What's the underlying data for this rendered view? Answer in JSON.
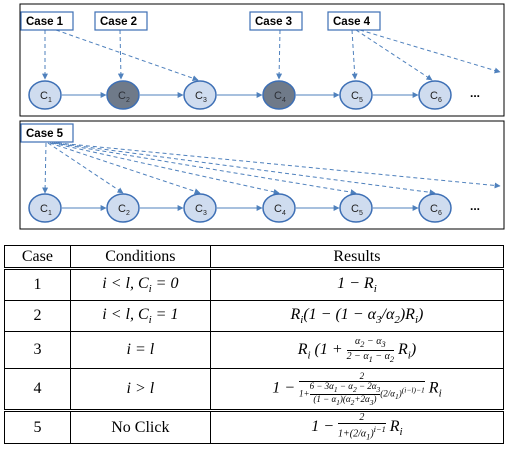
{
  "diagram": {
    "panel_top": {
      "case_labels": [
        "Case 1",
        "Case 2",
        "Case 3",
        "Case 4"
      ],
      "nodes": [
        {
          "label": "C",
          "sub": "1",
          "clicked": false
        },
        {
          "label": "C",
          "sub": "2",
          "clicked": true
        },
        {
          "label": "C",
          "sub": "3",
          "clicked": false
        },
        {
          "label": "C",
          "sub": "4",
          "clicked": true
        },
        {
          "label": "C",
          "sub": "5",
          "clicked": false
        },
        {
          "label": "C",
          "sub": "6",
          "clicked": false
        }
      ],
      "ellipsis": "..."
    },
    "panel_bottom": {
      "case_labels": [
        "Case 5"
      ],
      "nodes": [
        {
          "label": "C",
          "sub": "1",
          "clicked": false
        },
        {
          "label": "C",
          "sub": "2",
          "clicked": false
        },
        {
          "label": "C",
          "sub": "3",
          "clicked": false
        },
        {
          "label": "C",
          "sub": "4",
          "clicked": false
        },
        {
          "label": "C",
          "sub": "5",
          "clicked": false
        },
        {
          "label": "C",
          "sub": "6",
          "clicked": false
        }
      ],
      "ellipsis": "..."
    },
    "colors": {
      "node_fill": "#cfdcef",
      "node_clicked_fill": "#6f7a89",
      "node_stroke": "#3d6fb5",
      "arrow": "#4f81bd"
    }
  },
  "table": {
    "headers": [
      "Case",
      "Conditions",
      "Results"
    ],
    "rows": [
      {
        "case": "1",
        "condition": "i < l, C_i = 0",
        "result": "1 − R_i"
      },
      {
        "case": "2",
        "condition": "i < l, C_i = 1",
        "result": "R_i(1 − (1 − α3/α2)R_i)"
      },
      {
        "case": "3",
        "condition": "i = l",
        "result": "R_i (1 + (α2 − α3)/(2 − α1 − α2) R_i)"
      },
      {
        "case": "4",
        "condition": "i > l",
        "result": "1 − 2 / (1 + (6 − 3α1 − α2 − 2α3)/((1 − α1)(α2 + 2α3)) (2/α1)^(i−l)−1) R_i"
      },
      {
        "case": "5",
        "condition": "No Click",
        "result": "1 − 2/(1+(2/α1)^(i−1)) R_i"
      }
    ]
  }
}
